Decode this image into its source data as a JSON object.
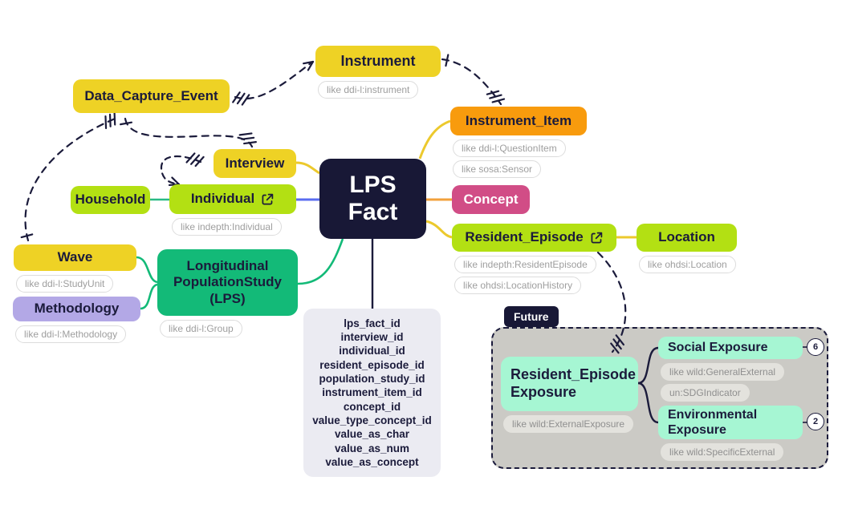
{
  "palette": {
    "navy": "#1b1b3b",
    "yellow": "#eed225",
    "orange": "#f89b0d",
    "chartreuse": "#b3e013",
    "emerald": "#13ba78",
    "lavender": "#b3a8e6",
    "magenta": "#d14d86",
    "mint": "#a6f6d3",
    "future_grey": "#cbcac5",
    "fields_bg": "#ebebf2",
    "blue_line": "#5a6cf0",
    "teal_line": "#2aba85",
    "orange_line": "#f2a13c",
    "yellow_line": "#ecc92d"
  },
  "nodes": {
    "instrument": {
      "label": "Instrument",
      "tags": [
        "like ddi-l:instrument"
      ]
    },
    "data_capture_event": {
      "label": "Data_Capture_Event"
    },
    "instrument_item": {
      "label": "Instrument_Item",
      "tags": [
        "like ddi-l:QuestionItem",
        "like sosa:Sensor"
      ]
    },
    "interview": {
      "label": "Interview"
    },
    "household": {
      "label": "Household"
    },
    "individual": {
      "label": "Individual",
      "tags": [
        "like indepth:Individual"
      ]
    },
    "lps_fact": {
      "label": "LPS\nFact"
    },
    "concept": {
      "label": "Concept"
    },
    "resident_episode": {
      "label": "Resident_Episode",
      "tags": [
        "like indepth:ResidentEpisode",
        "like ohdsi:LocationHistory"
      ]
    },
    "location": {
      "label": "Location",
      "tags": [
        "like ohdsi:Location"
      ]
    },
    "wave": {
      "label": "Wave",
      "tags": [
        "like ddi-l:StudyUnit"
      ]
    },
    "methodology": {
      "label": "Methodology",
      "tags": [
        "like ddi-l:Methodology"
      ]
    },
    "lps": {
      "label": "Longitudinal\nPopulationStudy\n(LPS)",
      "tags": [
        "like ddi-l:Group"
      ]
    },
    "future": {
      "label": "Future"
    },
    "re_exposure": {
      "label": "Resident_Episode\nExposure",
      "tags": [
        "like wild:ExternalExposure"
      ]
    },
    "social_exposure": {
      "label": "Social Exposure",
      "count": "6",
      "tags": [
        "like wild:GeneralExternal",
        "un:SDGIndicator"
      ]
    },
    "environmental_exposure": {
      "label": "Environmental\nExposure",
      "count": "2",
      "tags": [
        "like wild:SpecificExternal"
      ]
    }
  },
  "fact_fields": [
    "lps_fact_id",
    "interview_id",
    "individual_id",
    "resident_episode_id",
    "population_study_id",
    "instrument_item_id",
    "concept_id",
    "value_type_concept_id",
    "value_as_char",
    "value_as_num",
    "value_as_concept"
  ]
}
